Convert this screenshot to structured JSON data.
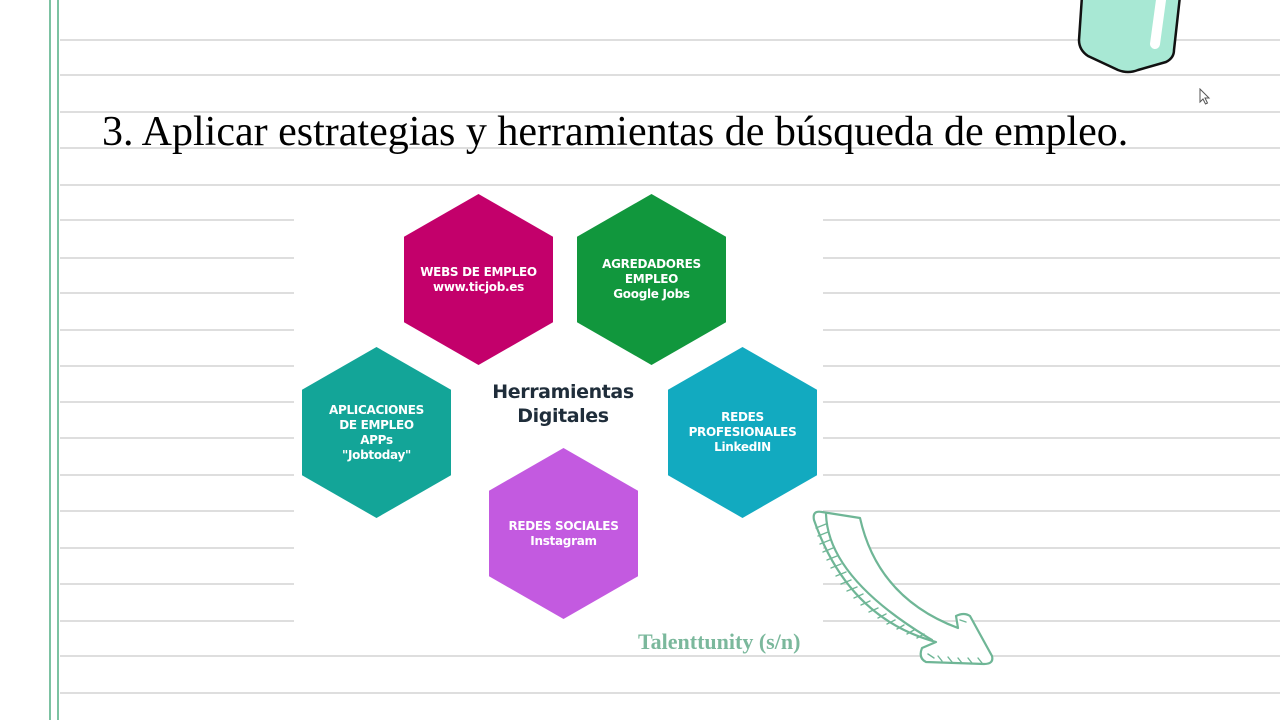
{
  "slide": {
    "title": "3. Aplicar estrategias y herramientas de búsqueda de empleo.",
    "colors": {
      "margin_line": "#7cc2a2",
      "rule_line": "#dedede",
      "tab_fill": "#a8e8d4",
      "caption": "#7bb89c",
      "arrow": "#6fb696"
    }
  },
  "diagram": {
    "center_label": [
      "Herramientas",
      "Digitales"
    ],
    "nodes": [
      {
        "id": "webs",
        "lines": [
          "WEBS DE EMPLEO",
          "www.ticjob.es"
        ],
        "color": "#c3006b"
      },
      {
        "id": "agregadores",
        "lines": [
          "AGREDADORES",
          "EMPLEO",
          "Google Jobs"
        ],
        "color": "#11973d"
      },
      {
        "id": "apps",
        "lines": [
          "APLICACIONES",
          "DE EMPLEO",
          "APPs",
          "\"Jobtoday\""
        ],
        "color": "#13a598"
      },
      {
        "id": "redes-profesionales",
        "lines": [
          "REDES",
          "PROFESIONALES",
          "LinkedIN"
        ],
        "color": "#12aac0"
      },
      {
        "id": "redes-sociales",
        "lines": [
          "REDES SOCIALES",
          "Instagram"
        ],
        "color": "#c35ae0"
      }
    ],
    "caption": "Talenttunity (s/n)"
  }
}
